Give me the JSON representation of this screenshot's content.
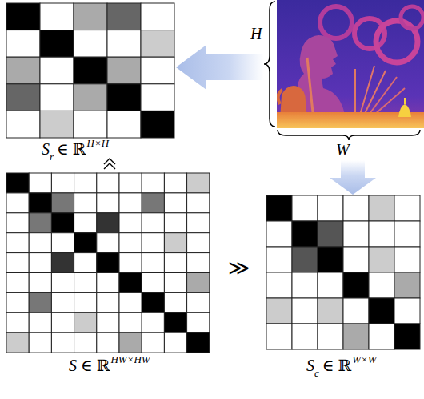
{
  "diagram": {
    "labels": [
      "H",
      "S",
      "r",
      "∈ ℝ",
      "H×H",
      "W",
      "≫",
      "S",
      "∈ ℝ",
      "HW×HW",
      "S",
      "c",
      "∈ ℝ",
      "W×W"
    ]
  }
}
